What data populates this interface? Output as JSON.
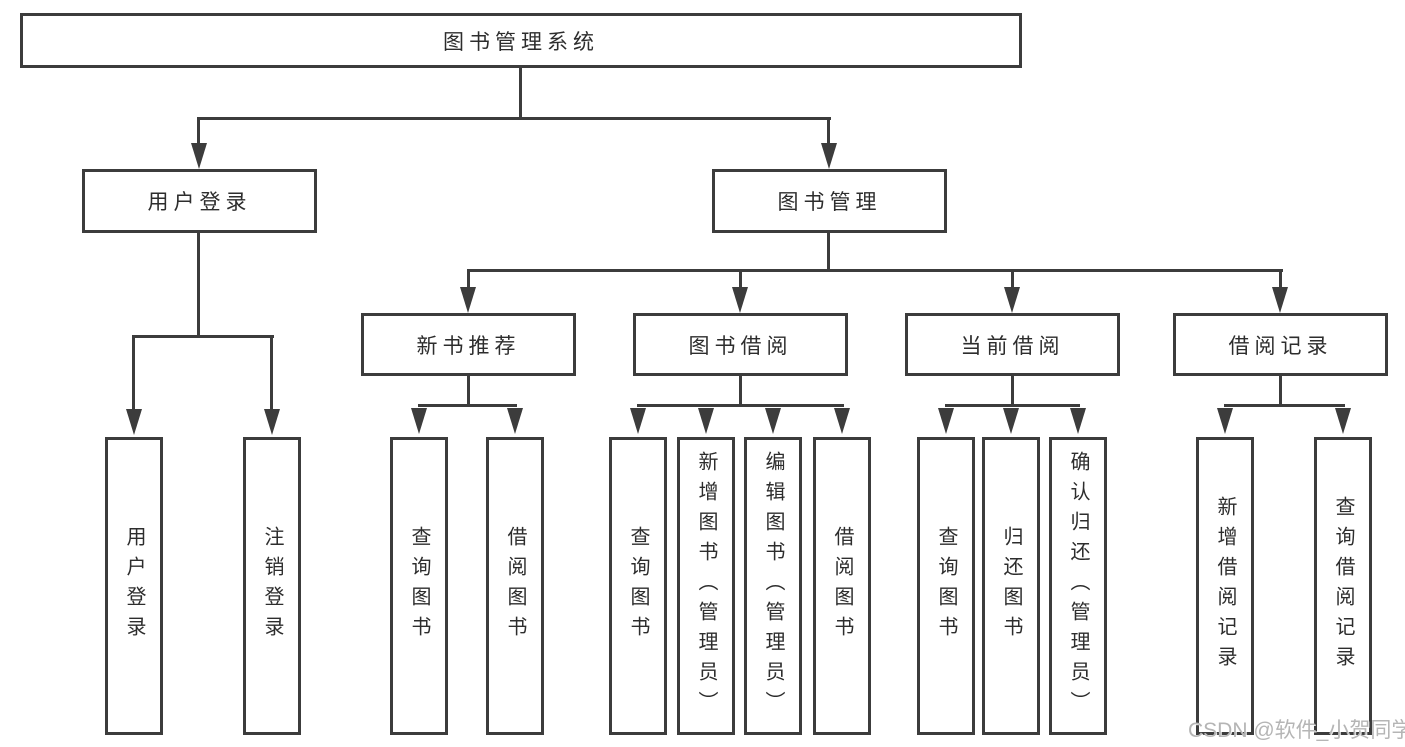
{
  "title": "图书管理系统",
  "level2": [
    {
      "label": "用户登录"
    },
    {
      "label": "图书管理"
    }
  ],
  "level3": [
    {
      "label": "新书推荐"
    },
    {
      "label": "图书借阅"
    },
    {
      "label": "当前借阅"
    },
    {
      "label": "借阅记录"
    }
  ],
  "leaves": {
    "login": [
      "用户登录",
      "注销登录"
    ],
    "new_books": [
      "查询图书",
      "借阅图书"
    ],
    "book_borrow": [
      "查询图书",
      "新增图书（管理员）",
      "编辑图书（管理员）",
      "借阅图书"
    ],
    "current_borrow": [
      "查询图书",
      "归还图书",
      "确认归还（管理员）"
    ],
    "borrow_records": [
      "新增借阅记录",
      "查询借阅记录"
    ]
  },
  "watermark": "CSDN @软件_小贺同学",
  "colors": {
    "line": "#3c3c3c",
    "text": "#2d2d2d",
    "background": "#ffffff",
    "watermark": "#b5b5b5"
  }
}
